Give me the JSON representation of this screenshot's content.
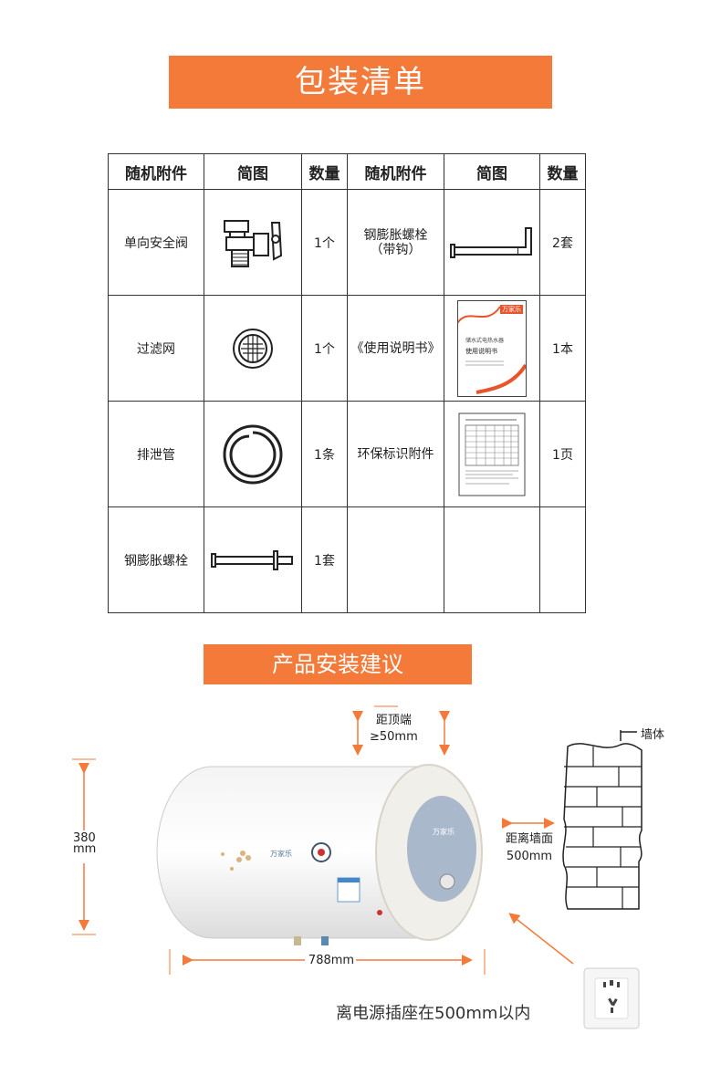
{
  "packing_title": "包装清单",
  "table": {
    "headers": [
      "随机附件",
      "简图",
      "数量",
      "随机附件",
      "简图",
      "数量"
    ],
    "rows": [
      {
        "left_name": "单向安全阀",
        "left_icon": "safety-valve-icon",
        "left_qty": "1个",
        "right_name_l1": "钢膨胀螺栓",
        "right_name_l2": "（带钩）",
        "right_icon": "hook-bolt-icon",
        "right_qty": "2套"
      },
      {
        "left_name": "过滤网",
        "left_icon": "filter-mesh-icon",
        "left_qty": "1个",
        "right_name_l1": "《使用说明书》",
        "right_name_l2": "",
        "right_icon": "manual-icon",
        "right_qty": "1本"
      },
      {
        "left_name": "排泄管",
        "left_icon": "drain-pipe-icon",
        "left_qty": "1条",
        "right_name_l1": "环保标识附件",
        "right_name_l2": "",
        "right_icon": "eco-label-icon",
        "right_qty": "1页"
      },
      {
        "left_name": "钢膨胀螺栓",
        "left_icon": "expansion-bolt-icon",
        "left_qty": "1套",
        "right_name_l1": "",
        "right_name_l2": "",
        "right_icon": "",
        "right_qty": ""
      }
    ]
  },
  "manual_doc": {
    "brand": "万家乐",
    "line1": "储水式电热水器",
    "line2": "使用说明书"
  },
  "install_title": "产品安装建议",
  "install": {
    "top_label_1": "距顶端",
    "top_label_2": "≥50mm",
    "height_value": "380",
    "height_unit": "mm",
    "width_label": "788mm",
    "wall_label": "墙体",
    "wall_dist_1": "距离墙面",
    "wall_dist_2": "500mm",
    "socket_label": "离电源插座在500mm以内",
    "heater_brand": "万家乐"
  },
  "colors": {
    "accent": "#f47a3a",
    "arrow": "#f47a3a",
    "heater_face": "#aab8cc"
  }
}
